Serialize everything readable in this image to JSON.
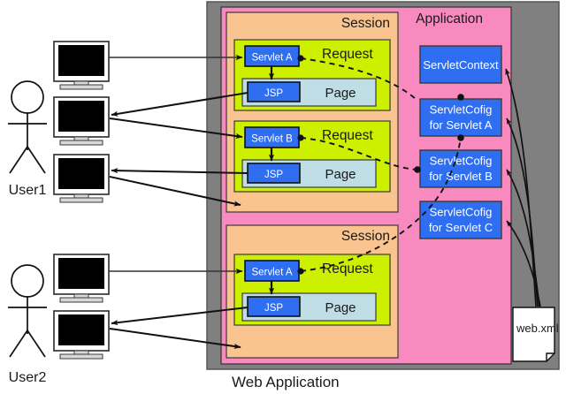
{
  "diagram": {
    "title_bottom": "Web Application",
    "colors": {
      "webapp_gray": "#808080",
      "application_pink": "#f98ac0",
      "session_orange": "#f9c490",
      "request_green": "#ccf000",
      "page_lightblue": "#bfdde4",
      "component_blue": "#2f6ef0",
      "note_white": "#ffffff",
      "stroke_dark": "#1a1a1a",
      "monitor_screen": "#000000",
      "monitor_bezel": "#ffffff"
    },
    "containers": [
      {
        "name": "web-application",
        "label": "Web Application"
      },
      {
        "name": "application",
        "label": "Application"
      },
      {
        "name": "session-1",
        "label": "Session"
      },
      {
        "name": "session-2",
        "label": "Session"
      },
      {
        "name": "request-1",
        "label": "Request"
      },
      {
        "name": "request-2",
        "label": "Request"
      },
      {
        "name": "request-3",
        "label": "Request"
      }
    ],
    "labels": {
      "application": "Application",
      "session": "Session",
      "request": "Request",
      "page": "Page",
      "jsp": "JSP"
    },
    "servlets": [
      {
        "name": "servlet-a-1",
        "label": "Servlet A"
      },
      {
        "name": "servlet-b",
        "label": "Servlet B"
      },
      {
        "name": "servlet-a-2",
        "label": "Servlet A"
      }
    ],
    "pages": [
      {
        "name": "page-1",
        "jsp": "JSP",
        "label": "Page"
      },
      {
        "name": "page-2",
        "jsp": "JSP",
        "label": "Page"
      },
      {
        "name": "page-3",
        "jsp": "JSP",
        "label": "Page"
      }
    ],
    "app_objects": [
      {
        "name": "servlet-context",
        "line1": "ServletContext",
        "line2": ""
      },
      {
        "name": "servlet-config-a",
        "line1": "ServletCofig",
        "line2": "for Servlet A"
      },
      {
        "name": "servlet-config-b",
        "line1": "ServletCofig",
        "line2": "for Servlet B"
      },
      {
        "name": "servlet-config-c",
        "line1": "ServletCofig",
        "line2": "for Servlet C"
      }
    ],
    "deployment_descriptor": {
      "name": "web-xml-note",
      "label": "web.xml"
    },
    "actors": [
      {
        "name": "user1",
        "label": "User1",
        "monitors": 3
      },
      {
        "name": "user2",
        "label": "User2",
        "monitors": 2
      }
    ]
  }
}
